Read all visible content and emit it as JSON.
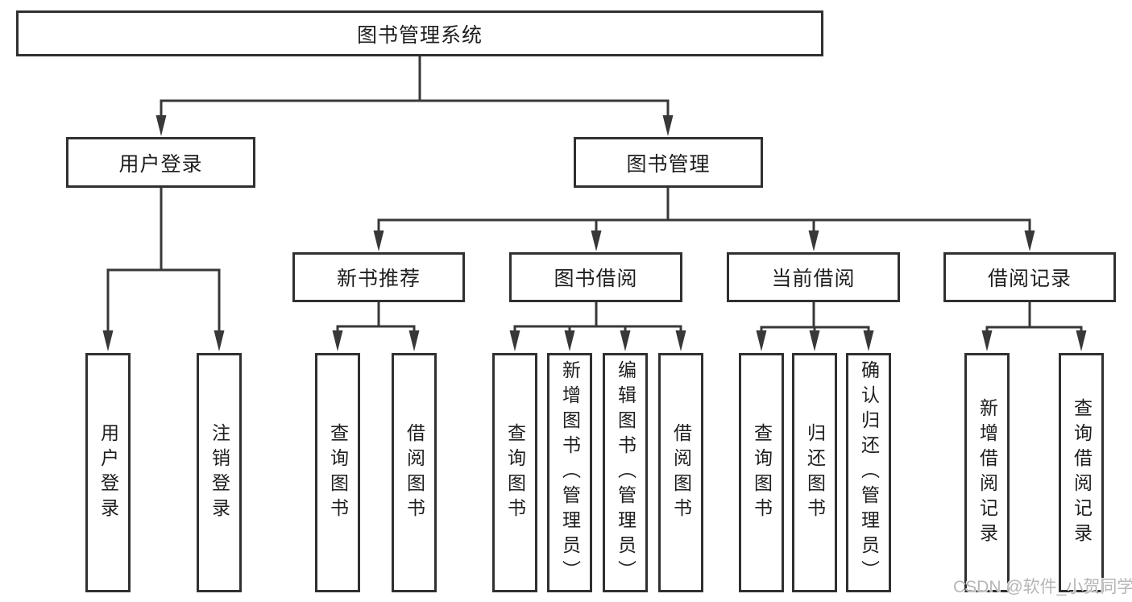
{
  "diagram_title": "图书管理系统",
  "nodes": {
    "root": {
      "label": "图书管理系统"
    },
    "level2": [
      {
        "key": "user-login",
        "label": "用户登录",
        "parent": "图书管理系统"
      },
      {
        "key": "book-mgmt",
        "label": "图书管理",
        "parent": "图书管理系统"
      }
    ],
    "level3": [
      {
        "key": "new-book-recommend",
        "label": "新书推荐",
        "parent": "图书管理"
      },
      {
        "key": "book-borrow",
        "label": "图书借阅",
        "parent": "图书管理"
      },
      {
        "key": "current-borrow",
        "label": "当前借阅",
        "parent": "图书管理"
      },
      {
        "key": "borrow-records",
        "label": "借阅记录",
        "parent": "图书管理"
      }
    ],
    "level4": [
      {
        "key": "user-login-leaf",
        "label": "用户登录",
        "parent": "用户登录"
      },
      {
        "key": "logout",
        "label": "注销登录",
        "parent": "用户登录"
      },
      {
        "key": "recommend-query-books",
        "label": "查询图书",
        "parent": "新书推荐"
      },
      {
        "key": "recommend-borrow-books",
        "label": "借阅图书",
        "parent": "新书推荐"
      },
      {
        "key": "borrow-query-books",
        "label": "查询图书",
        "parent": "图书借阅"
      },
      {
        "key": "borrow-add-books-admin",
        "label": "新增图书（管理员）",
        "parent": "图书借阅"
      },
      {
        "key": "borrow-edit-books-admin",
        "label": "编辑图书（管理员）",
        "parent": "图书借阅"
      },
      {
        "key": "borrow-borrow-books",
        "label": "借阅图书",
        "parent": "图书借阅"
      },
      {
        "key": "current-query-books",
        "label": "查询图书",
        "parent": "当前借阅"
      },
      {
        "key": "current-return-books",
        "label": "归还图书",
        "parent": "当前借阅"
      },
      {
        "key": "current-confirm-return-admin",
        "label": "确认归还（管理员）",
        "parent": "当前借阅"
      },
      {
        "key": "records-add-record",
        "label": "新增借阅记录",
        "parent": "借阅记录"
      },
      {
        "key": "records-query-record",
        "label": "查询借阅记录",
        "parent": "借阅记录"
      }
    ]
  },
  "watermark": {
    "text": "CSDN @软件_小贺同学"
  },
  "colors": {
    "line": "#383838",
    "box_border": "#303030",
    "box_background": "#ffffff",
    "text": "#1e1e1e",
    "watermark": "#b6b6b6"
  }
}
